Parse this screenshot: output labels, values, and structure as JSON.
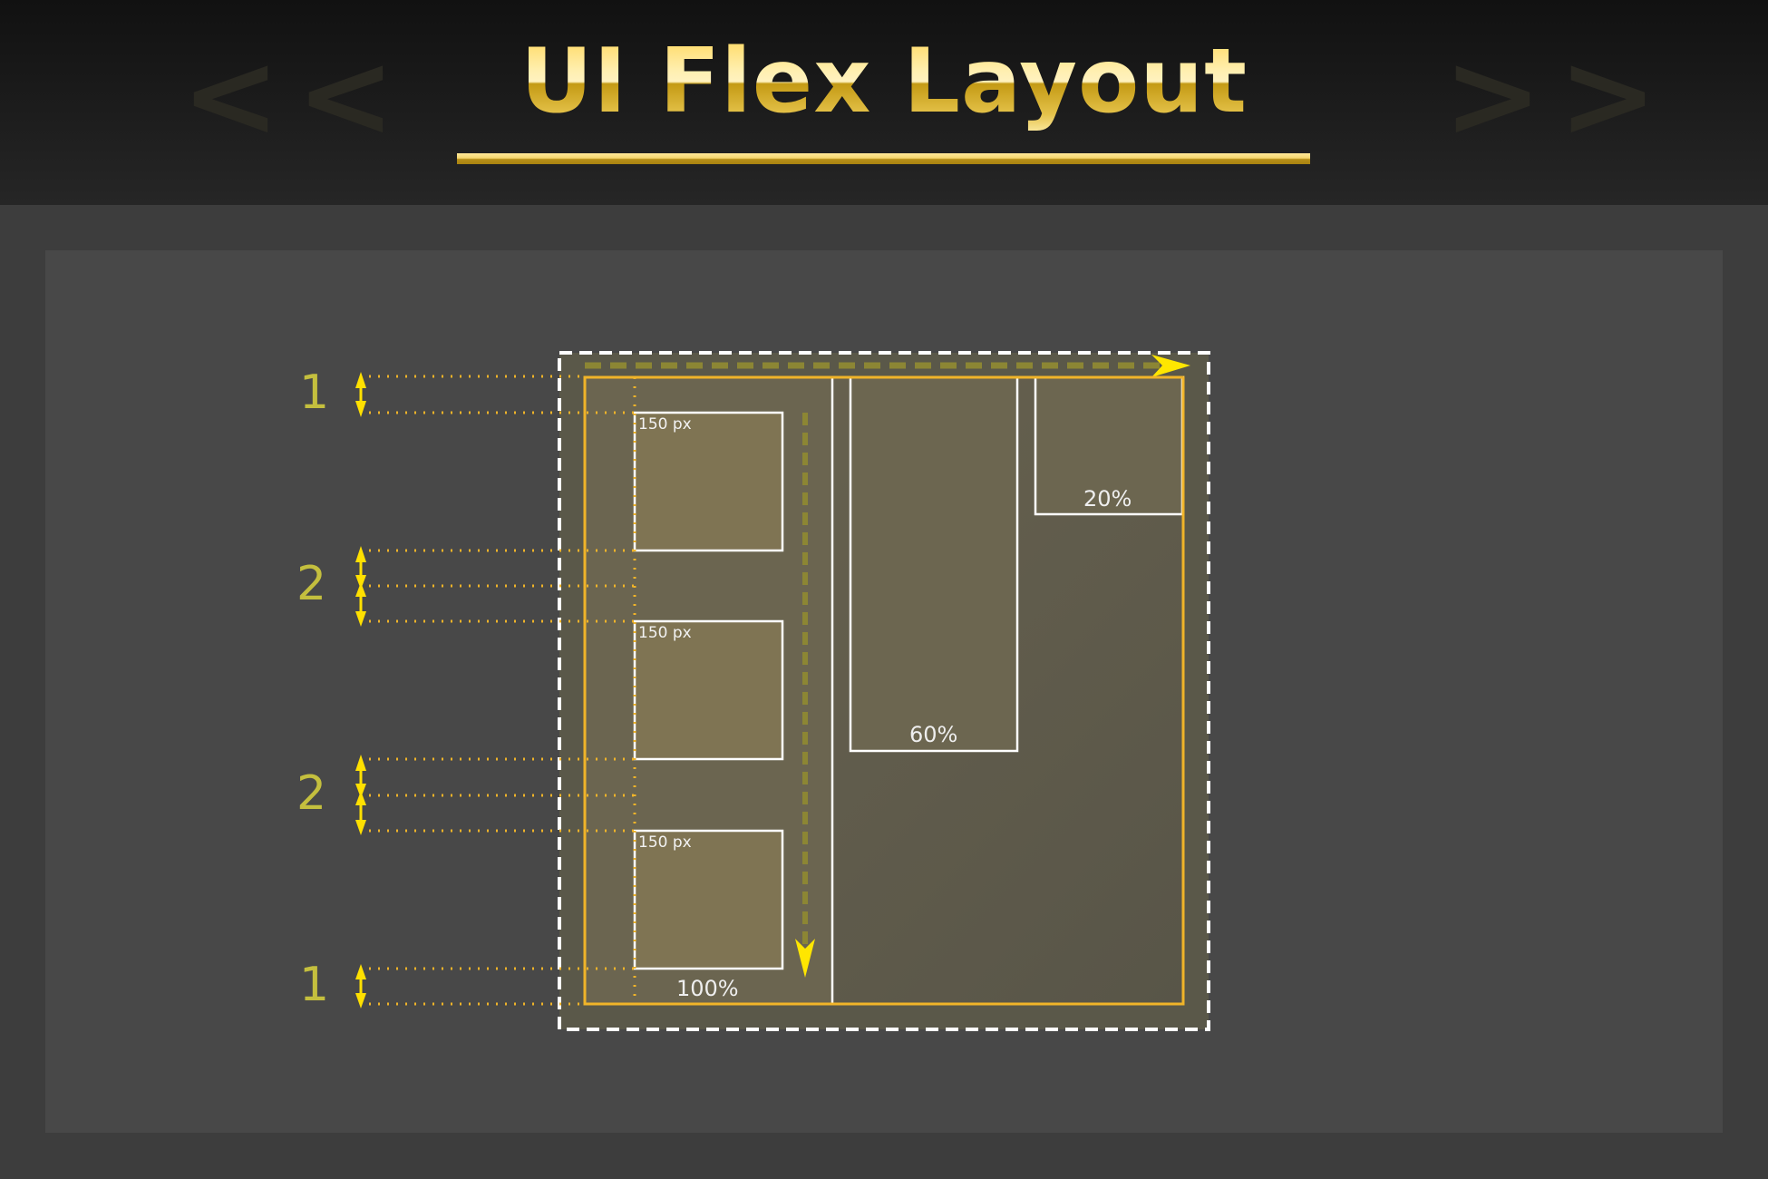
{
  "header": {
    "title": "UI Flex Layout",
    "prev_label": "<<",
    "next_label": ">>"
  },
  "diagram": {
    "colors": {
      "gold": "#f0b429",
      "arrow_yellow": "#ffe000",
      "number_olive": "#c4bf3e",
      "panel_bg": "#484848",
      "container_fill": "#5c5a4c",
      "column_fill": "#6c6550",
      "item_fill": "#7f7453",
      "border_white": "#ffffff"
    },
    "column_items": [
      {
        "label": "150 px"
      },
      {
        "label": "150 px"
      },
      {
        "label": "150 px"
      }
    ],
    "column_label": "100%",
    "row_items": [
      {
        "label": "60%"
      },
      {
        "label": "20%"
      }
    ],
    "spacing_ratios": [
      {
        "value": "1"
      },
      {
        "value": "2"
      },
      {
        "value": "2"
      },
      {
        "value": "1"
      }
    ],
    "main_axis": "row",
    "cross_axis": "column"
  }
}
